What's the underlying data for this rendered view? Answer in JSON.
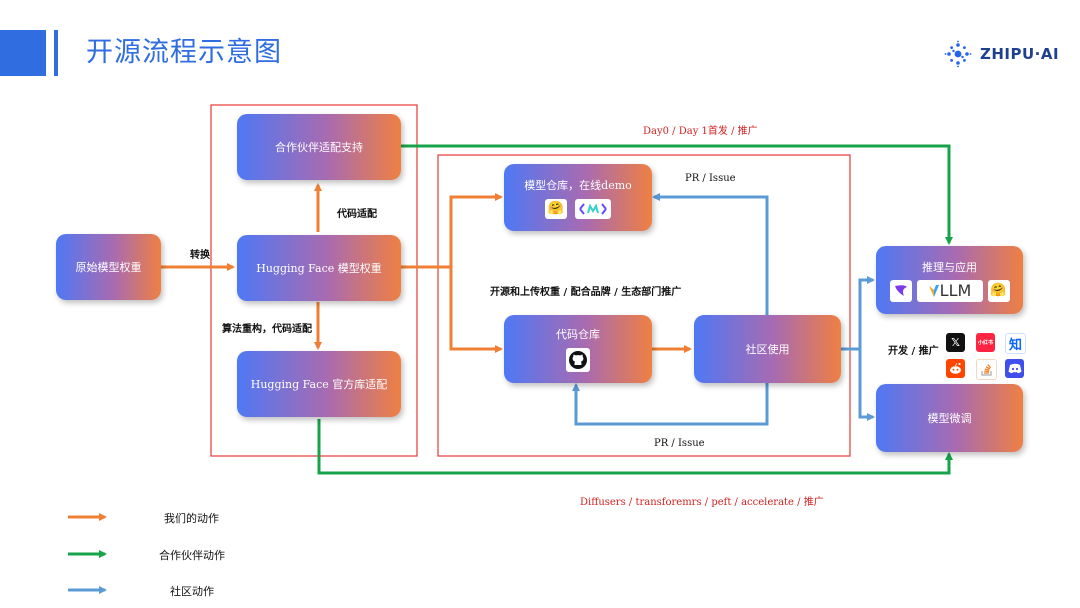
{
  "header": {
    "title": "开源流程示意图",
    "brand": "ZHIPU·AI",
    "accent_color": "#2f6de1"
  },
  "nodes": {
    "original_weights": "原始模型权重",
    "partner_support": "合作伙伴适配支持",
    "hf_weights": "Hugging Face 模型权重",
    "hf_official": "Hugging Face 官方库适配",
    "model_repo": "模型仓库，在线demo",
    "code_repo": "代码仓库",
    "community_use": "社区使用",
    "inference": "推理与应用",
    "finetune": "模型微调"
  },
  "edge_labels": {
    "convert": "转换",
    "code_adapt": "代码适配",
    "algo_restructure": "算法重构，代码适配",
    "day0": "Day0 / Day 1首发 / 推广",
    "pr_issue_top": "PR / Issue",
    "open_source_upload": "开源和上传权重 / 配合品牌 / 生态部门推广",
    "pr_issue_bottom": "PR / Issue",
    "diffusers": "Diffusers / transforemrs / peft / accelerate / 推广",
    "dev_promote": "开发 / 推广"
  },
  "icons": {
    "hf": "hugging-face-icon",
    "modelscope": "modelscope-icon",
    "github": "github-icon",
    "vllm_text": "LLM",
    "social_zhihu": "知",
    "social_x": "𝕏",
    "social_xhs": "小红书"
  },
  "legend": [
    {
      "label": "我们的动作",
      "color": "#ef7f35"
    },
    {
      "label": "合作伙伴动作",
      "color": "#16a34a"
    },
    {
      "label": "社区动作",
      "color": "#5b9bd5"
    }
  ]
}
